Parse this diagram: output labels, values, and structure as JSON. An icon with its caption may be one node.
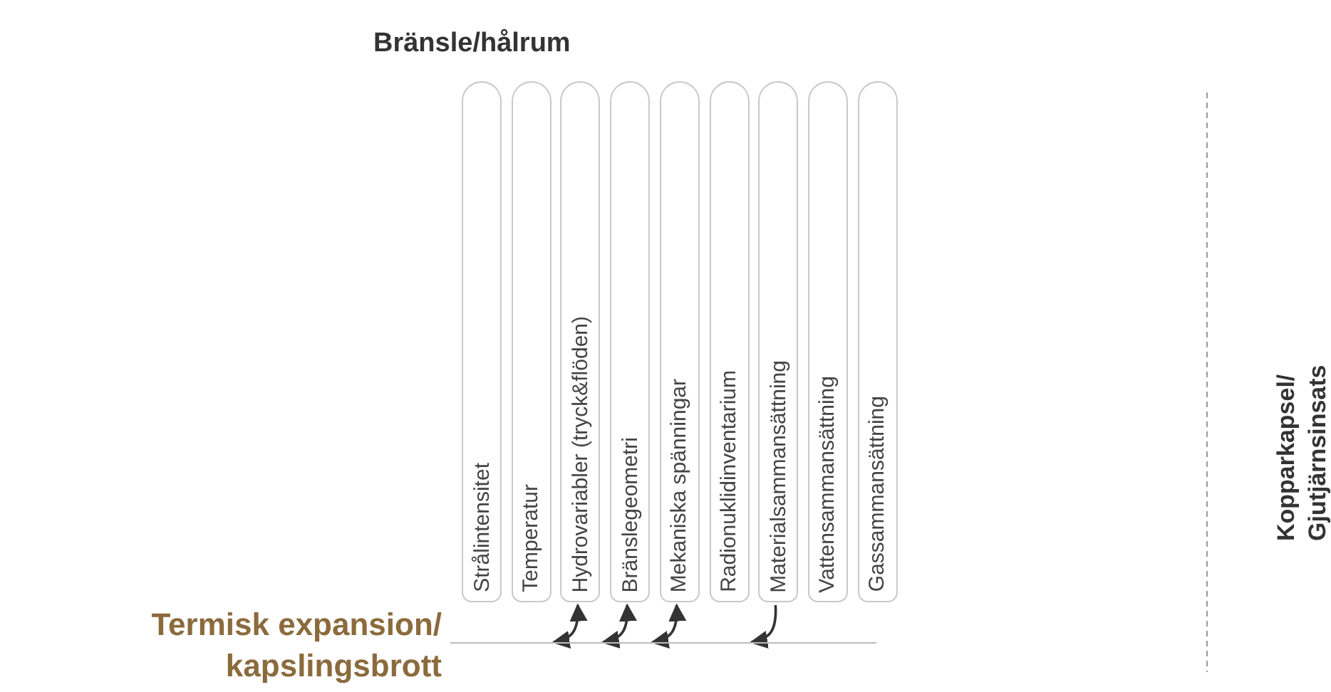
{
  "diagram": {
    "title": "Bränsle/hålrum",
    "nodes": [
      {
        "text": [
          "Strålintensitet"
        ]
      },
      {
        "text": [
          "Temperatur"
        ]
      },
      {
        "text": [
          "Hydrovariabler (tryck&flöden)"
        ]
      },
      {
        "text": [
          "Bränslegeometri"
        ]
      },
      {
        "text": [
          "Mekaniska spänningar"
        ]
      },
      {
        "text": [
          "Radionuklidinventarium"
        ]
      },
      {
        "text": [
          "Materialsammansättning"
        ]
      },
      {
        "text": [
          "Vattensammansättning"
        ]
      },
      {
        "text": [
          "Gassammansättning"
        ]
      },
      {
        "text": [
          "Termisk expansion/ kapslingsbrott"
        ]
      }
    ],
    "edges": [
      {
        "from": 9,
        "to": 2,
        "arrow": "both"
      },
      {
        "from": 9,
        "to": 3,
        "arrow": "both"
      },
      {
        "from": 9,
        "to": 4,
        "arrow": "both"
      },
      {
        "from": 6,
        "to": 9,
        "arrow": "to"
      }
    ],
    "labels": [
      "Kopparkapsel/ Gjutjärnsinsats"
    ]
  }
}
